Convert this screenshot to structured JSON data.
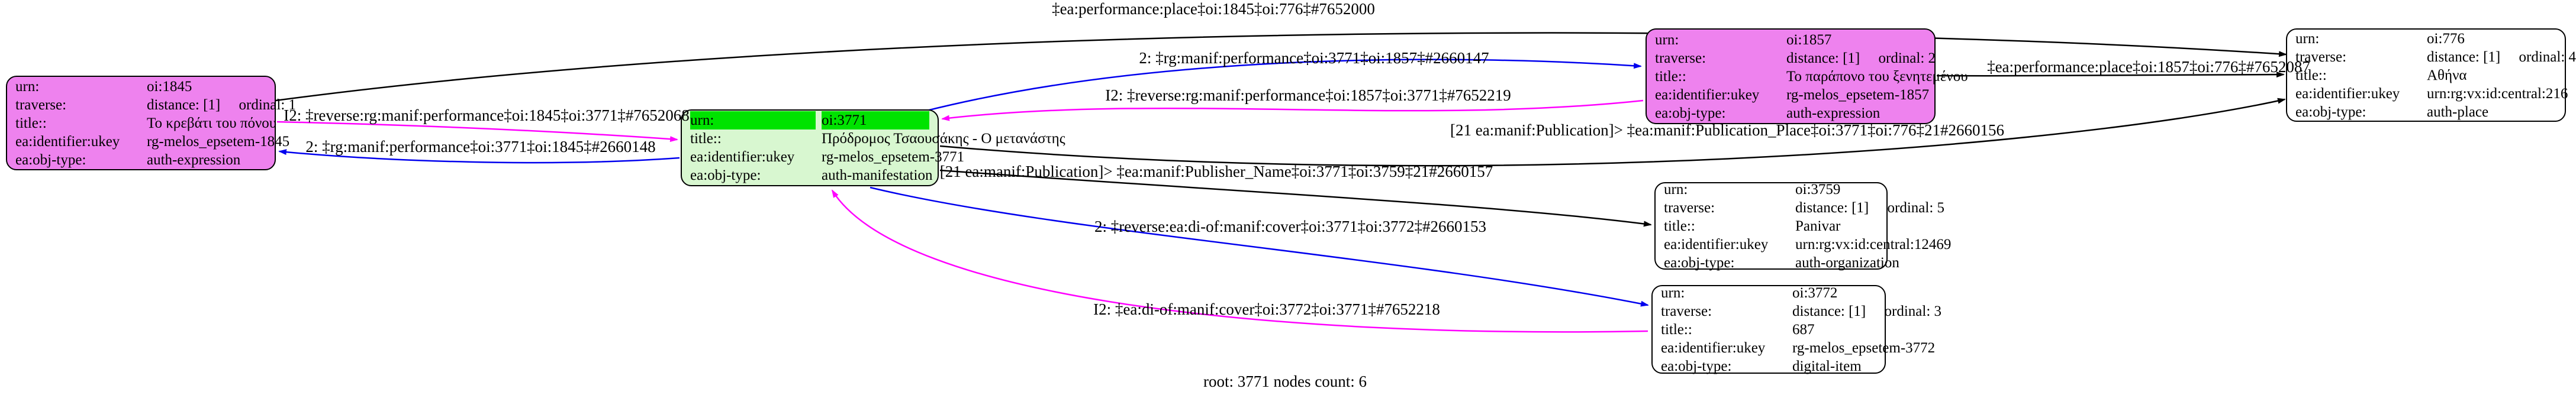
{
  "graph": {
    "root_label": "root: 3771 nodes count: 6"
  },
  "colors": {
    "node_pink_fill": "#ee82ee",
    "node_green_body_fill": "#d8f7d0",
    "node_green_urn_highlight": "#00e300",
    "node_white_fill": "#ffffff",
    "node_border": "#000000",
    "edge_black": "#000000",
    "edge_blue": "#0000ee",
    "edge_magenta": "#ff00ff"
  },
  "nodes": {
    "n1845": {
      "rows": [
        {
          "k": "urn:",
          "v": "oi:1845"
        },
        {
          "k": "traverse:",
          "v": "distance: [1]     ordinal: 1"
        },
        {
          "k": "title::",
          "v": "Το κρεβάτι του πόνου"
        },
        {
          "k": "ea:identifier:ukey",
          "v": "rg-melos_epsetem-1845"
        },
        {
          "k": "ea:obj-type:",
          "v": "auth-expression"
        }
      ]
    },
    "n3771": {
      "rows": [
        {
          "k": "urn:",
          "v": "oi:3771"
        },
        {
          "k": "title::",
          "v": "Πρόδρομος Τσαουσάκης - Ο μετανάστης"
        },
        {
          "k": "ea:identifier:ukey",
          "v": "rg-melos_epsetem-3771"
        },
        {
          "k": "ea:obj-type:",
          "v": "auth-manifestation"
        }
      ]
    },
    "n1857": {
      "rows": [
        {
          "k": "urn:",
          "v": "oi:1857"
        },
        {
          "k": "traverse:",
          "v": "distance: [1]     ordinal: 2"
        },
        {
          "k": "title::",
          "v": "Το παράπονο του ξενητεμένου"
        },
        {
          "k": "ea:identifier:ukey",
          "v": "rg-melos_epsetem-1857"
        },
        {
          "k": "ea:obj-type:",
          "v": "auth-expression"
        }
      ]
    },
    "n776": {
      "rows": [
        {
          "k": "urn:",
          "v": "oi:776"
        },
        {
          "k": "traverse:",
          "v": "distance: [1]     ordinal: 4"
        },
        {
          "k": "title::",
          "v": "Αθήνα"
        },
        {
          "k": "ea:identifier:ukey",
          "v": "urn:rg:vx:id:central:216"
        },
        {
          "k": "ea:obj-type:",
          "v": "auth-place"
        }
      ]
    },
    "n3759": {
      "rows": [
        {
          "k": "urn:",
          "v": "oi:3759"
        },
        {
          "k": "traverse:",
          "v": "distance: [1]     ordinal: 5"
        },
        {
          "k": "title::",
          "v": "Panivar"
        },
        {
          "k": "ea:identifier:ukey",
          "v": "urn:rg:vx:id:central:12469"
        },
        {
          "k": "ea:obj-type:",
          "v": "auth-organization"
        }
      ]
    },
    "n3772": {
      "rows": [
        {
          "k": "urn:",
          "v": "oi:3772"
        },
        {
          "k": "traverse:",
          "v": "distance: [1]     ordinal: 3"
        },
        {
          "k": "title::",
          "v": "687"
        },
        {
          "k": "ea:identifier:ukey",
          "v": "rg-melos_epsetem-3772"
        },
        {
          "k": "ea:obj-type:",
          "v": "digital-item"
        }
      ]
    }
  },
  "edges": [
    {
      "from": "oi:1845",
      "to": "oi:776",
      "color": "black",
      "label": "‡ea:performance:place‡oi:1845‡oi:776‡#7652000"
    },
    {
      "from": "oi:3771",
      "to": "oi:1857",
      "color": "blue",
      "label": "2: ‡rg:manif:performance‡oi:3771‡oi:1857‡#2660147"
    },
    {
      "from": "oi:1857",
      "to": "oi:3771",
      "color": "magenta",
      "label": "I2: ‡reverse:rg:manif:performance‡oi:1857‡oi:3771‡#7652219"
    },
    {
      "from": "oi:1845",
      "to": "oi:3771",
      "color": "magenta",
      "label": "I2: ‡reverse:rg:manif:performance‡oi:1845‡oi:3771‡#7652068"
    },
    {
      "from": "oi:3771",
      "to": "oi:1845",
      "color": "blue",
      "label": "2: ‡rg:manif:performance‡oi:3771‡oi:1845‡#2660148"
    },
    {
      "from": "oi:1857",
      "to": "oi:776",
      "color": "black",
      "label": "‡ea:performance:place‡oi:1857‡oi:776‡#7652087"
    },
    {
      "from": "oi:3771",
      "to": "oi:776",
      "color": "black",
      "label": "[21 ea:manif:Publication]> ‡ea:manif:Publication_Place‡oi:3771‡oi:776‡21#2660156"
    },
    {
      "from": "oi:3771",
      "to": "oi:3759",
      "color": "black",
      "label": "[21 ea:manif:Publication]> ‡ea:manif:Publisher_Name‡oi:3771‡oi:3759‡21#2660157"
    },
    {
      "from": "oi:3771",
      "to": "oi:3772",
      "color": "blue",
      "label": "2: ‡reverse:ea:di-of:manif:cover‡oi:3771‡oi:3772‡#2660153"
    },
    {
      "from": "oi:3772",
      "to": "oi:3771",
      "color": "magenta",
      "label": "I2: ‡ea:di-of:manif:cover‡oi:3772‡oi:3771‡#7652218"
    }
  ]
}
